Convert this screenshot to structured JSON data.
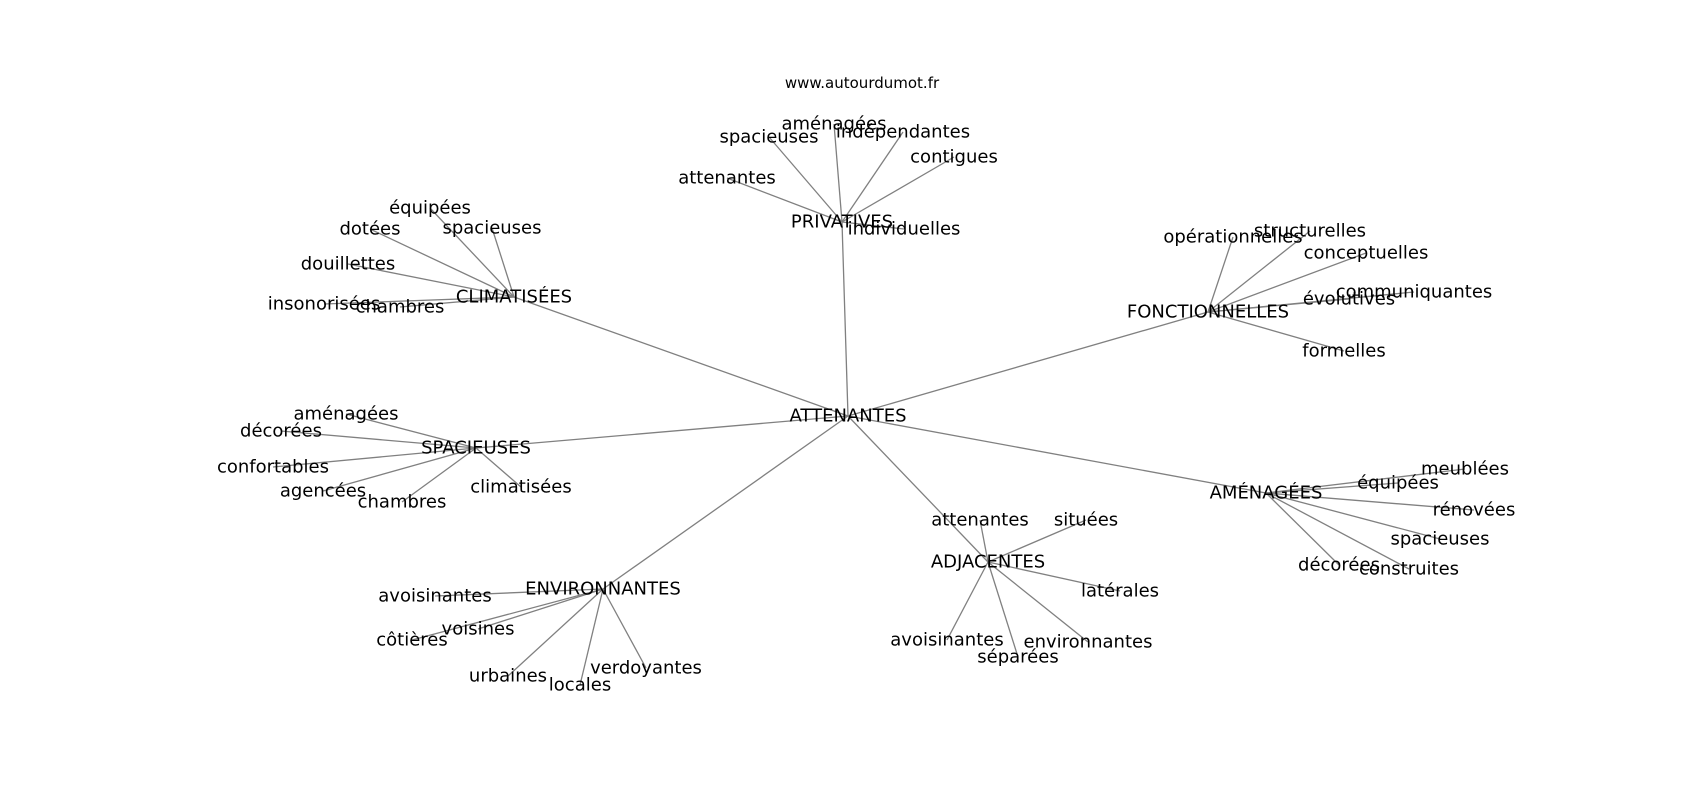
{
  "source": "www.autourdumot.fr",
  "graph": {
    "center": "ATTENANTES",
    "groups": [
      {
        "id": "privatives",
        "label": "PRIVATIVES",
        "leaves": [
          "spacieuses",
          "aménagées",
          "indépendantes",
          "contigues",
          "attenantes",
          "individuelles"
        ]
      },
      {
        "id": "climatisees",
        "label": "CLIMATISÉES",
        "leaves": [
          "équipées",
          "dotées",
          "spacieuses",
          "douillettes",
          "insonorisées",
          "chambres"
        ]
      },
      {
        "id": "fonctionnelles",
        "label": "FONCTIONNELLES",
        "leaves": [
          "opérationnelles",
          "structurelles",
          "conceptuelles",
          "communiquantes",
          "évolutives",
          "formelles"
        ]
      },
      {
        "id": "spacieuses",
        "label": "SPACIEUSES",
        "leaves": [
          "aménagées",
          "décorées",
          "confortables",
          "agencées",
          "chambres",
          "climatisées"
        ]
      },
      {
        "id": "amenagees",
        "label": "AMÉNAGÉES",
        "leaves": [
          "meublées",
          "équipées",
          "rénovées",
          "spacieuses",
          "décorées",
          "construites"
        ]
      },
      {
        "id": "adjacentes",
        "label": "ADJACENTES",
        "leaves": [
          "attenantes",
          "situées",
          "latérales",
          "avoisinantes",
          "environnantes",
          "séparées"
        ]
      },
      {
        "id": "environnantes",
        "label": "ENVIRONNANTES",
        "leaves": [
          "avoisinantes",
          "voisines",
          "côtières",
          "urbaines",
          "locales",
          "verdoyantes"
        ]
      }
    ]
  }
}
